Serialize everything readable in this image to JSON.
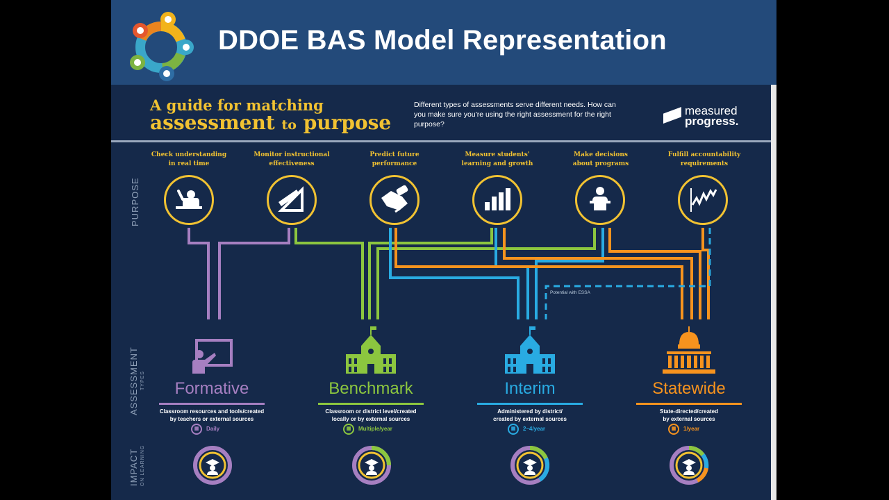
{
  "slide": {
    "title": "DDOE BAS Model Representation"
  },
  "infographic": {
    "guide_line1": "A guide for matching",
    "guide_line2_a": "assessment",
    "guide_line2_to": "to",
    "guide_line2_b": "purpose",
    "intro": "Different types of assessments serve different needs. How can you make sure you're using the right assessment for the right purpose?",
    "brand_line1": "measured",
    "brand_line2": "progress.",
    "side_labels": {
      "purpose": "PURPOSE",
      "assessment": "ASSESSMENT",
      "assessment_sub": "TYPES",
      "impact": "IMPACT",
      "impact_sub": "ON LEARNING"
    },
    "essa_note": "Potential with ESSA",
    "purposes": [
      {
        "label_line1": "Check understanding",
        "label_line2": "in real time",
        "icon": "raised-hand-icon"
      },
      {
        "label_line1": "Monitor instructional",
        "label_line2": "effectiveness",
        "icon": "pencil-ruler-icon"
      },
      {
        "label_line1": "Predict future",
        "label_line2": "performance",
        "icon": "handshake-diploma-icon"
      },
      {
        "label_line1": "Measure students'",
        "label_line2": "learning and growth",
        "icon": "bar-chart-icon"
      },
      {
        "label_line1": "Make decisions",
        "label_line2": "about programs",
        "icon": "speaker-podium-icon"
      },
      {
        "label_line1": "Fulfill accountability",
        "label_line2": "requirements",
        "icon": "line-trend-icon"
      }
    ],
    "types": [
      {
        "name": "Formative",
        "color": "#a67fc1",
        "desc_line1": "Classroom resources and tools/created",
        "desc_line2": "by teachers or external sources",
        "frequency": "Daily",
        "icon": "teacher-board-icon"
      },
      {
        "name": "Benchmark",
        "color": "#8cc63f",
        "desc_line1": "Classroom or district level/created",
        "desc_line2": "locally or by external sources",
        "frequency": "Multiple/year",
        "icon": "school-building-icon"
      },
      {
        "name": "Interim",
        "color": "#29abe2",
        "desc_line1": "Administered by district/",
        "desc_line2": "created by external sources",
        "frequency": "2–4/year",
        "icon": "school-building-icon"
      },
      {
        "name": "Statewide",
        "color": "#f7931e",
        "desc_line1": "State-directed/created",
        "desc_line2": "by external sources",
        "frequency": "1/year",
        "icon": "capitol-building-icon"
      }
    ],
    "colors": {
      "gold": "#f1c232",
      "header_blue": "#234a7a",
      "navy": "#15294a"
    }
  }
}
